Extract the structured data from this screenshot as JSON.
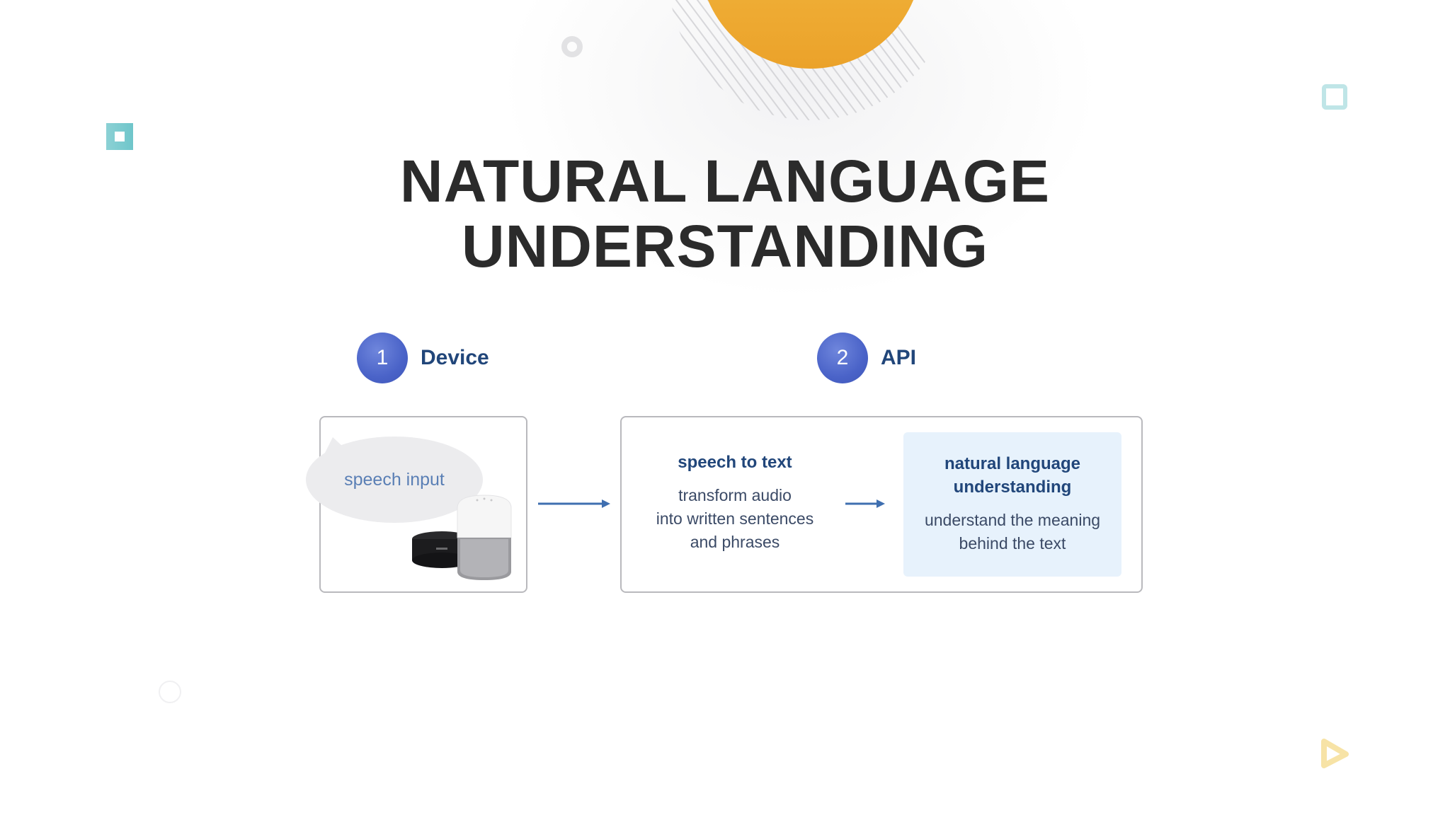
{
  "title": {
    "line1": "NATURAL LANGUAGE",
    "line2": "UNDERSTANDING"
  },
  "steps": [
    {
      "number": "1",
      "label": "Device"
    },
    {
      "number": "2",
      "label": "API"
    }
  ],
  "device": {
    "bubble_text": "speech input"
  },
  "speech_to_text": {
    "title": "speech to text",
    "line1": "transform audio",
    "line2": "into written sentences",
    "line3": "and phrases"
  },
  "nlu": {
    "title_line1": "natural language",
    "title_line2": "understanding",
    "line1": "understand the meaning",
    "line2": "behind the text"
  },
  "colors": {
    "accent_orange": "#eeac2c",
    "accent_teal": "#5ebfc4",
    "step_blue": "#4a63c8",
    "heading_navy": "#21467a",
    "nlu_panel": "#e7f2fc",
    "arrow_blue": "#3f6fb0"
  }
}
